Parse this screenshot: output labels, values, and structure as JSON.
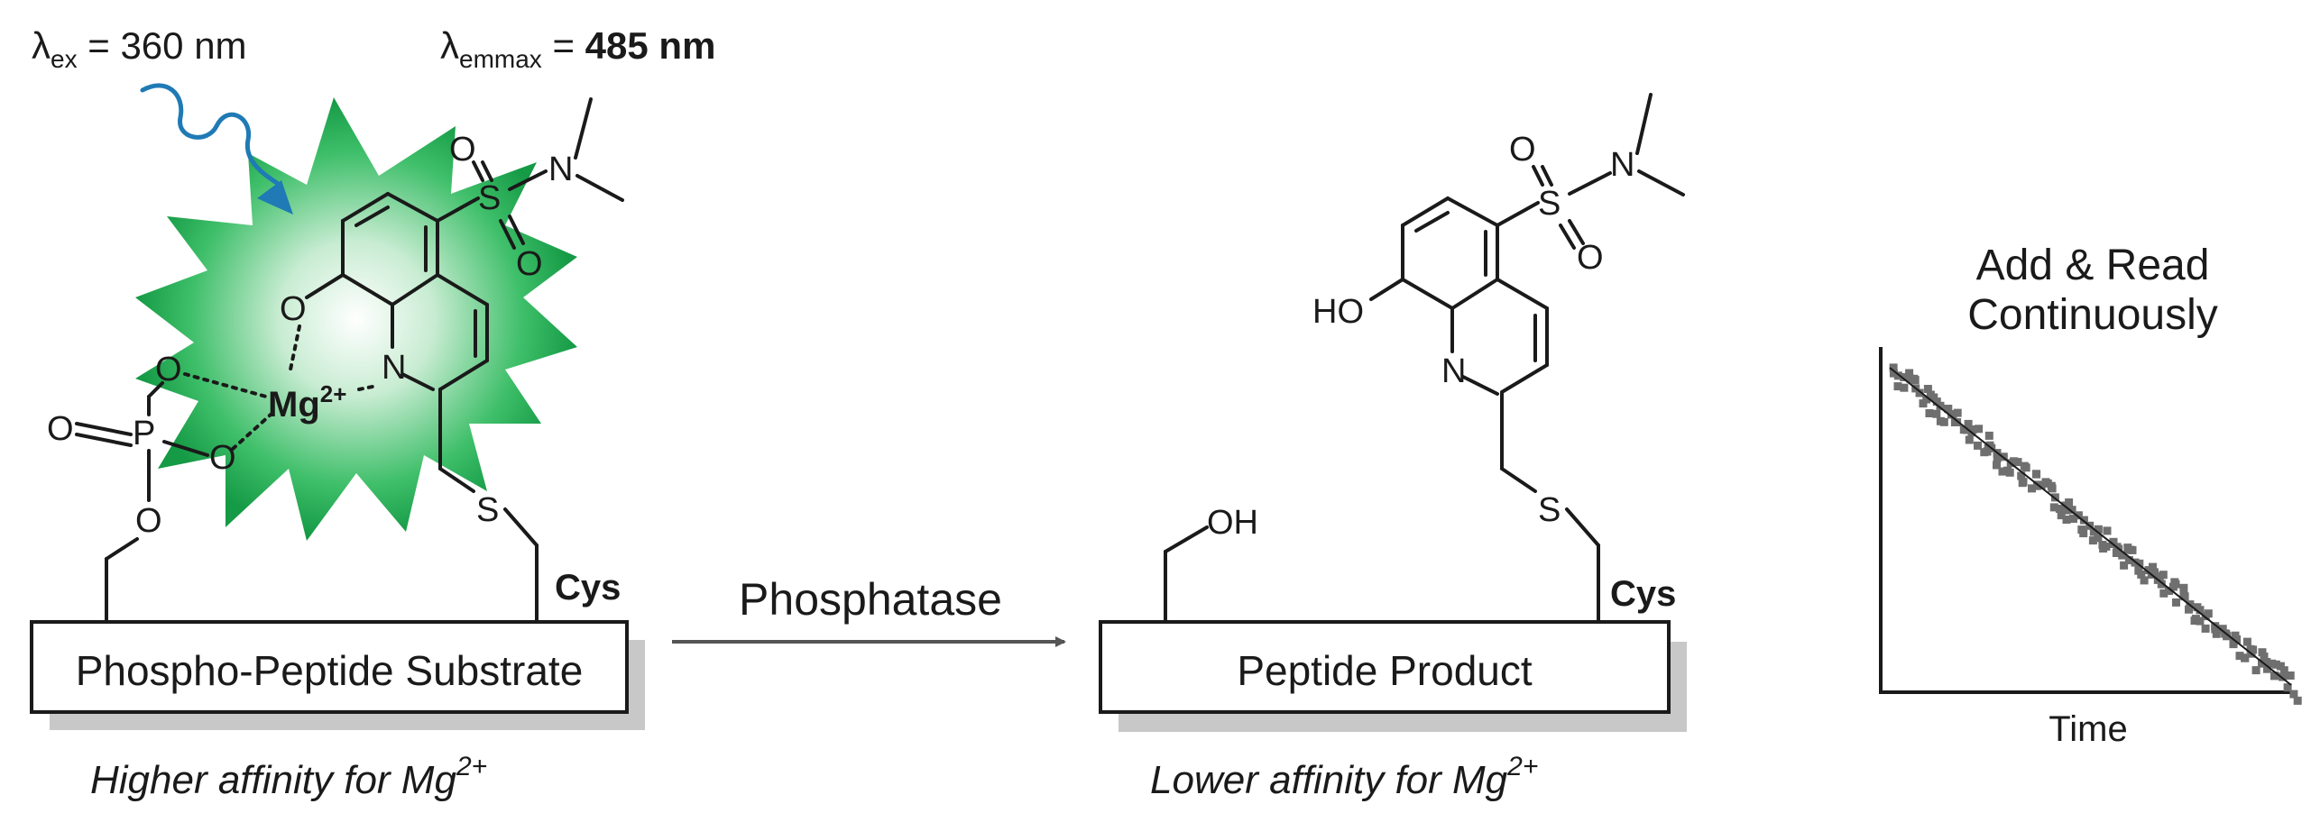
{
  "excitation": {
    "lambda": "λ",
    "sub": "ex",
    "rest": " = 360 nm"
  },
  "emission": {
    "lambda": "λ",
    "sub": "emmax",
    "eq": " = ",
    "value": "485 nm"
  },
  "left": {
    "box_label": "Phospho-Peptide Substrate",
    "caption": "Higher affinity for Mg",
    "caption_sup": "2+",
    "cys": "Cys",
    "mg": "Mg",
    "mg_sup": "2+"
  },
  "arrow_label": "Phosphatase",
  "right": {
    "box_label": "Peptide Product",
    "caption": "Lower affinity for Mg",
    "caption_sup": "2+",
    "cys": "Cys",
    "ho": "HO",
    "oh": "OH"
  },
  "plot": {
    "title_line1": "Add & Read",
    "title_line2": "Continuously",
    "xlabel": "Time"
  },
  "atoms": {
    "O": "O",
    "N": "N",
    "S": "S",
    "P": "P"
  },
  "colors": {
    "glow": "#1aa34a",
    "excite_arrow": "#1f7ab5",
    "mg": "#2a2a6e",
    "points": "#6f6f6f",
    "shadow": "#c8c8c8"
  }
}
